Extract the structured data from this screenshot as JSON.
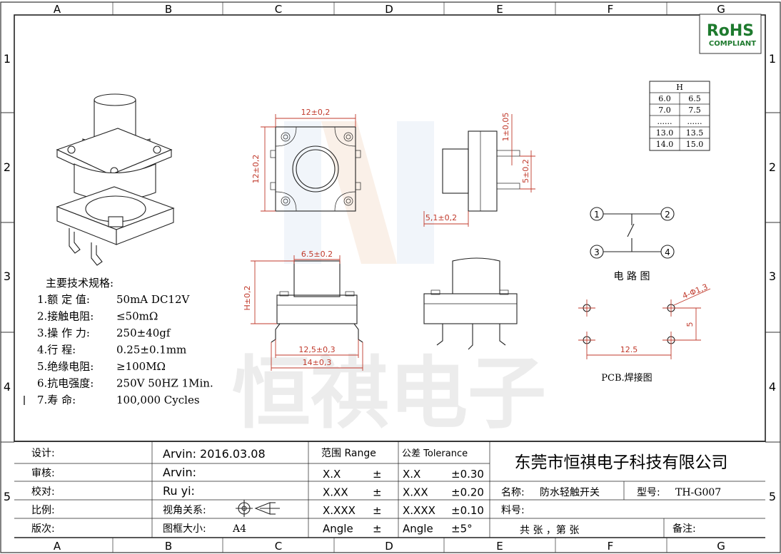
{
  "frame": {
    "columns": [
      "A",
      "B",
      "C",
      "D",
      "E",
      "F",
      "G"
    ],
    "rows": [
      "1",
      "2",
      "3",
      "4",
      "5"
    ]
  },
  "badge": {
    "line1": "RoHS",
    "line2": "COMPLIANT",
    "color": "#1e7a2e"
  },
  "height_table": {
    "header": "H",
    "rows": [
      [
        "6.0",
        "6.5"
      ],
      [
        "7.0",
        "7.5"
      ],
      [
        "......",
        "......"
      ],
      [
        "13.0",
        "13.5"
      ],
      [
        "14.0",
        "15.0"
      ]
    ]
  },
  "specs": {
    "title": "主要技术规格:",
    "items": [
      {
        "label": "1.额 定 值:",
        "value": "50mA DC12V"
      },
      {
        "label": "2.接触电阻:",
        "value": "≤50mΩ"
      },
      {
        "label": "3.操 作 力:",
        "value": "250±40gf"
      },
      {
        "label": "4.行    程:",
        "value": "0.25±0.1mm"
      },
      {
        "label": "5.绝缘电阻:",
        "value": "≥100MΩ"
      },
      {
        "label": "6.抗电强度:",
        "value": "250V 50HZ 1Min."
      },
      {
        "label": "7.寿    命:",
        "value": "100,000 Cycles"
      }
    ]
  },
  "dimensions": {
    "top_width": "12±0,2",
    "top_height": "12±0,2",
    "side_pin_top": "1±0,05",
    "side_pin_spacing": "5±0,2",
    "side_depth": "5,1±0,2",
    "front_cap": "6.5±0.2",
    "front_height": "H±0,2",
    "front_pin_span": "12,5±0,3",
    "front_body": "14±0,3",
    "pcb_holes": "4-Φ1,3",
    "pcb_y": "5",
    "pcb_x": "12.5"
  },
  "circuit": {
    "pins": [
      "1",
      "2",
      "3",
      "4"
    ],
    "caption": "电 路 图"
  },
  "pcb": {
    "caption": "PCB.焊接图"
  },
  "watermark": "恒祺电子",
  "title_block": {
    "design_label": "设计:",
    "design_value": "Arvin:  2016.03.08",
    "review_label": "审核:",
    "review_value": "Arvin:",
    "check_label": "校对:",
    "check_value": "Ru yi:",
    "scale_label": "比例:",
    "view_label": "视角关系:",
    "version_label": "版次:",
    "frame_label": "图框大小:",
    "frame_value": "A4",
    "range_header": "范围 Range",
    "tol_header": "公差 Tolerance",
    "range_rows": [
      {
        "r": "X.X",
        "pm": "±",
        "t": "X.X",
        "tv": "±0.30"
      },
      {
        "r": "X.XX",
        "pm": "±",
        "t": "X.XX",
        "tv": "±0.20"
      },
      {
        "r": "X.XXX",
        "pm": "±",
        "t": "X.XXX",
        "tv": "±0.10"
      },
      {
        "r": "Angle",
        "pm": "±",
        "t": "Angle",
        "tv": "±5°"
      }
    ],
    "company": "东莞市恒祺电子科技有限公司",
    "name_label": "名称:",
    "name_value": "防水轻触开关",
    "model_label": "型号:",
    "model_value": "TH-G007",
    "material_label": "料号:",
    "sheets": "共   张 ，第   张",
    "remark_label": "备注:"
  }
}
